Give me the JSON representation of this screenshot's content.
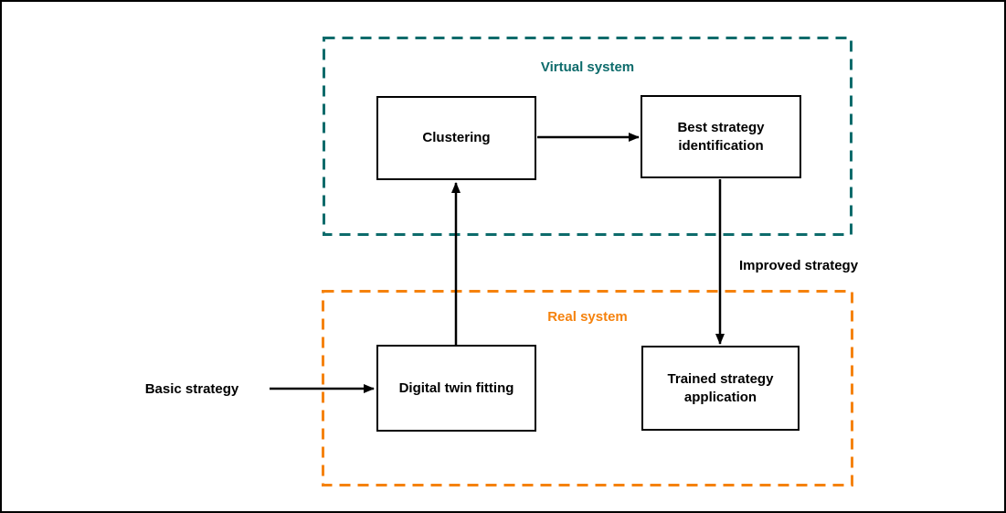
{
  "diagram": {
    "groups": {
      "virtual": {
        "label": "Virtual system",
        "accent_color": "#0d6b6b",
        "border_style": "dashed"
      },
      "real": {
        "label": "Real system",
        "accent_color": "#f5820d",
        "border_style": "dashed"
      }
    },
    "nodes": {
      "clustering": {
        "label": "Clustering",
        "group": "Virtual system"
      },
      "best_strategy": {
        "label": "Best strategy identification",
        "group": "Virtual system"
      },
      "digital_twin": {
        "label": "Digital twin fitting",
        "group": "Real system"
      },
      "trained_strategy": {
        "label": "Trained strategy application",
        "group": "Real system"
      }
    },
    "edges": [
      {
        "from": "Clustering",
        "to": "Best strategy identification",
        "direction": "right",
        "label": ""
      },
      {
        "from": "Digital twin fitting",
        "to": "Clustering",
        "direction": "up",
        "label": ""
      },
      {
        "from": "Best strategy identification",
        "to": "Trained strategy application",
        "direction": "down",
        "label": "Improved strategy"
      },
      {
        "from": "external input",
        "to": "Digital twin fitting",
        "direction": "right",
        "label": "Basic strategy"
      }
    ],
    "edge_labels": {
      "basic": {
        "label": "Basic strategy"
      },
      "improved": {
        "label": "Improved strategy"
      }
    },
    "colors": {
      "line": "#000000",
      "node_border": "#000000",
      "node_fill": "#ffffff",
      "background": "#ffffff",
      "virtual_accent": "#0d6b6b",
      "real_accent": "#f5820d"
    }
  }
}
